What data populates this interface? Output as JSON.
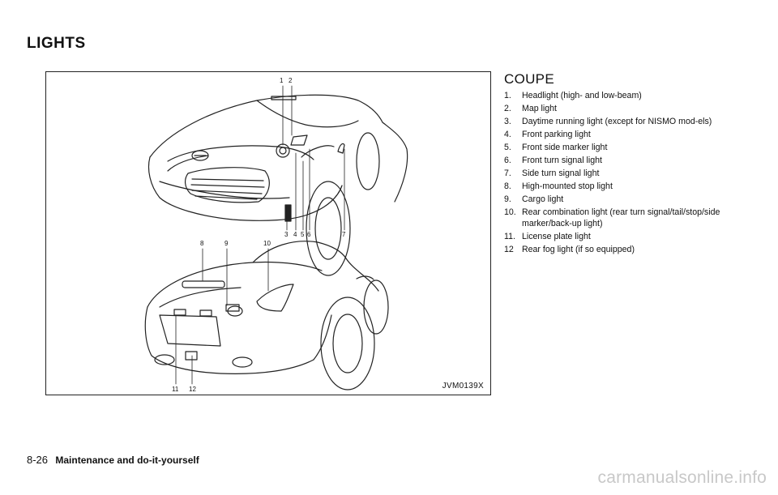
{
  "section_title": "LIGHTS",
  "figure": {
    "id_label": "JVM0139X",
    "front_callouts": [
      "1",
      "2",
      "3",
      "4",
      "5",
      "6",
      "7"
    ],
    "rear_callouts": [
      "8",
      "9",
      "10",
      "11",
      "12"
    ]
  },
  "legend": {
    "heading": "COUPE",
    "items": [
      {
        "num": "1.",
        "text": "Headlight (high- and low-beam)"
      },
      {
        "num": "2.",
        "text": "Map light"
      },
      {
        "num": "3.",
        "text": "Daytime running light (except for NISMO mod-els)"
      },
      {
        "num": "4.",
        "text": "Front parking light"
      },
      {
        "num": "5.",
        "text": "Front side marker light"
      },
      {
        "num": "6.",
        "text": "Front turn signal light"
      },
      {
        "num": "7.",
        "text": "Side turn signal light"
      },
      {
        "num": "8.",
        "text": "High-mounted stop light"
      },
      {
        "num": "9.",
        "text": "Cargo light"
      },
      {
        "num": "10.",
        "text": "Rear combination light (rear turn signal/tail/stop/side marker/back-up light)"
      },
      {
        "num": "11.",
        "text": "License plate light"
      },
      {
        "num": "12",
        "text": "Rear fog light (if so equipped)"
      }
    ]
  },
  "footer": {
    "page_number": "8-26",
    "chapter": "Maintenance and do-it-yourself"
  },
  "watermark": "carmanualsonline.info"
}
